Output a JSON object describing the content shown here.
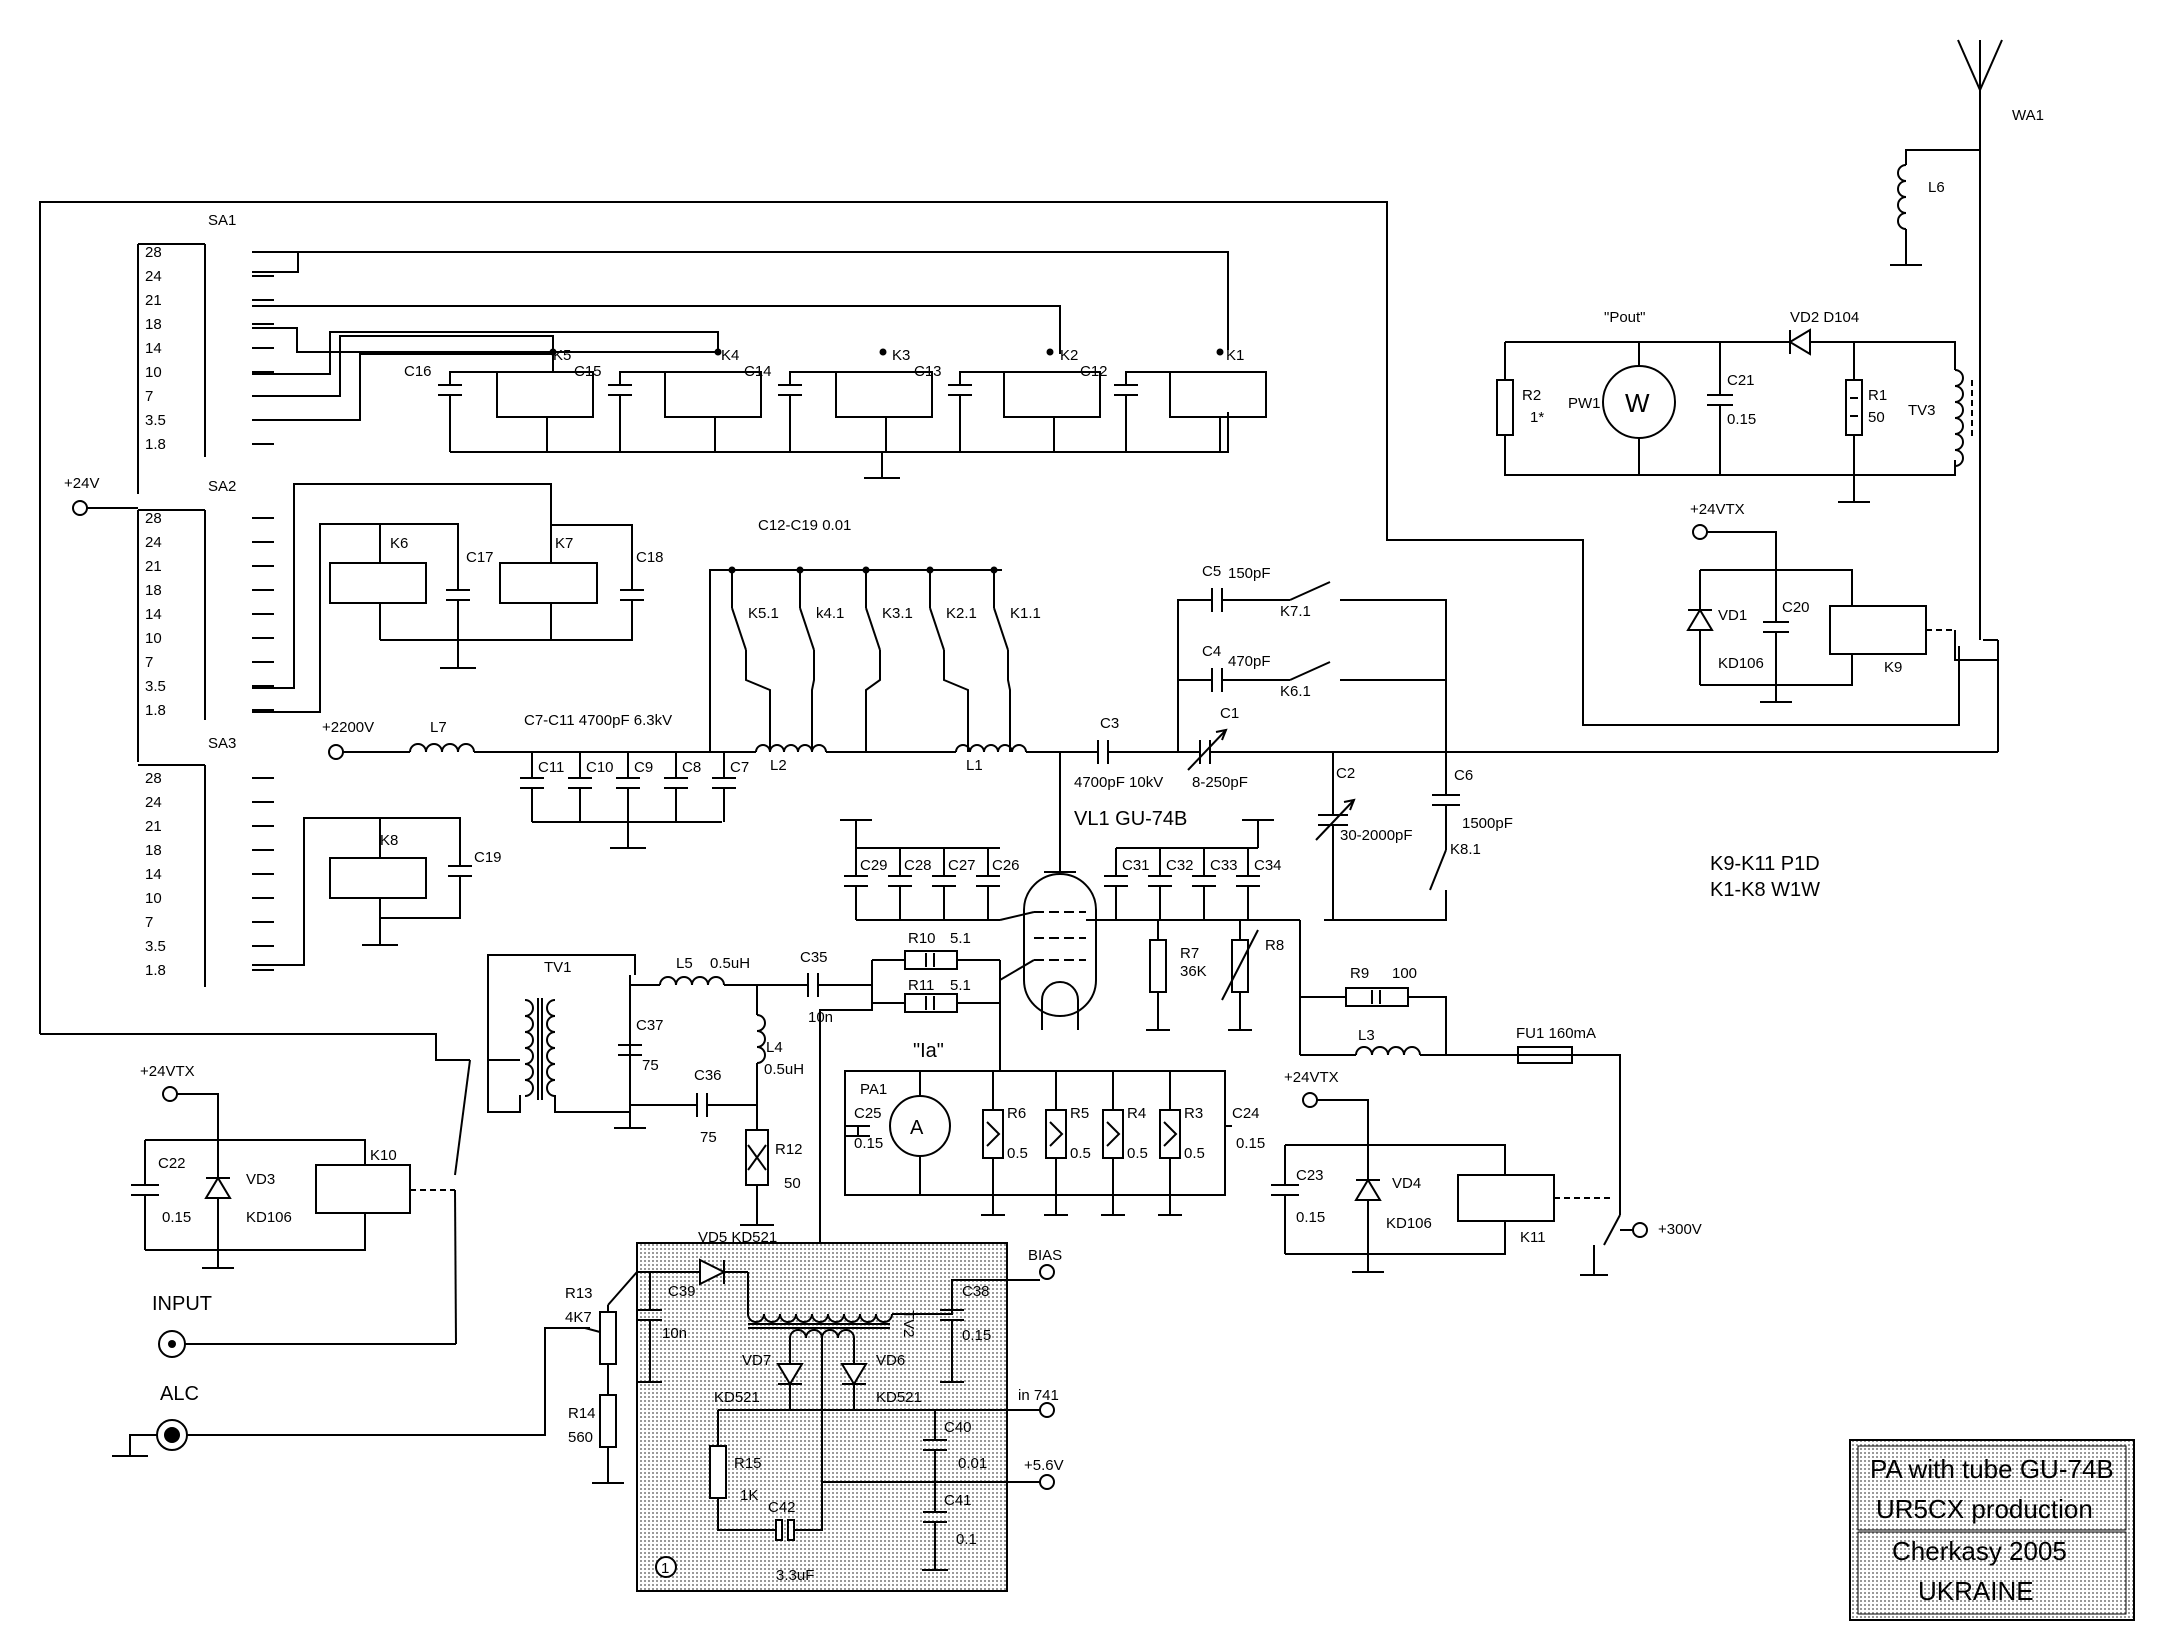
{
  "bands": [
    "28",
    "24",
    "21",
    "18",
    "14",
    "10",
    "7",
    "3.5",
    "1.8"
  ],
  "switches": {
    "sa1": "SA1",
    "sa2": "SA2",
    "sa3": "SA3"
  },
  "power": {
    "p24v": "+24V",
    "p2200": "+2200V",
    "p24vtx_a": "+24VTX",
    "p24vtx_b": "+24VTX",
    "p24vtx_c": "+24VTX",
    "p300": "+300V",
    "p56": "+5.6V"
  },
  "relays": {
    "k1": "K1",
    "k2": "K2",
    "k3": "K3",
    "k4": "K4",
    "k5": "K5",
    "k6": "K6",
    "k7": "K7",
    "k8": "K8",
    "k9": "K9",
    "k10": "K10",
    "k11": "K11"
  },
  "contacts": {
    "k51": "K5.1",
    "k41": "k4.1",
    "k31": "K3.1",
    "k21": "K2.1",
    "k11": "K1.1",
    "k71": "K7.1",
    "k61": "K6.1",
    "k81": "K8.1"
  },
  "caps": {
    "c1": "C1",
    "c1v": "8-250pF",
    "c2": "C2",
    "c2v": "30-2000pF",
    "c3": "C3",
    "c3v": "4700pF 10kV",
    "c4": "C4",
    "c4v": "470pF",
    "c5": "C5",
    "c5v": "150pF",
    "c6": "C6",
    "c6v": "1500pF",
    "c7": "C7",
    "c8": "C8",
    "c9": "C9",
    "c10": "C10",
    "c11": "C11",
    "c7_11": "C7-C11 4700pF 6.3kV",
    "c12": "C12",
    "c13": "C13",
    "c14": "C14",
    "c15": "C15",
    "c16": "C16",
    "c17": "C17",
    "c18": "C18",
    "c19": "C19",
    "c12_19": "C12-C19  0.01",
    "c20": "C20",
    "c21": "C21",
    "c21v": "0.15",
    "c22": "C22",
    "c22v": "0.15",
    "c23": "C23",
    "c23v": "0.15",
    "c24": "C24",
    "c24v": "0.15",
    "c25": "C25",
    "c25v": "0.15",
    "c26": "C26",
    "c27": "C27",
    "c28": "C28",
    "c29": "C29",
    "c31": "C31",
    "c32": "C32",
    "c33": "C33",
    "c34": "C34",
    "c35": "C35",
    "c35v": "10n",
    "c36": "C36",
    "c36v": "75",
    "c37": "C37",
    "c37v": "75",
    "c38": "C38",
    "c38v": "0.15",
    "c39": "C39",
    "c39v": "10n",
    "c40": "C40",
    "c40v": "0.01",
    "c41": "C41",
    "c41v": "0.1",
    "c42": "C42",
    "c42v": "3.3uF"
  },
  "resistors": {
    "r1": "R1",
    "r1v": "50",
    "r2": "R2",
    "r2v": "1*",
    "r3": "R3",
    "r3v": "0.5",
    "r4": "R4",
    "r4v": "0.5",
    "r5": "R5",
    "r5v": "0.5",
    "r6": "R6",
    "r6v": "0.5",
    "r7": "R7",
    "r7v": "36K",
    "r8": "R8",
    "r9": "R9",
    "r9v": "100",
    "r10": "R10",
    "r10v": "5.1",
    "r11": "R11",
    "r11v": "5.1",
    "r12": "R12",
    "r12v": "50",
    "r13": "R13",
    "r13v": "4K7",
    "r14": "R14",
    "r14v": "560",
    "r15": "R15",
    "r15v": "1K"
  },
  "inductors": {
    "l1": "L1",
    "l2": "L2",
    "l3": "L3",
    "l4": "L4",
    "l4v": "0.5uH",
    "l5": "L5",
    "l5v": "0.5uH",
    "l6": "L6",
    "l7": "L7"
  },
  "diodes": {
    "vd1": "VD1",
    "vd1t": "KD106",
    "vd2": "VD2  D104",
    "vd3": "VD3",
    "vd3t": "KD106",
    "vd4": "VD4",
    "vd4t": "KD106",
    "vd5": "VD5  KD521",
    "vd6": "VD6",
    "vd6t": "KD521",
    "vd7": "VD7",
    "vd7t": "KD521"
  },
  "transformers": {
    "tv1": "TV1",
    "tv2": "TV2",
    "tv3": "TV3"
  },
  "meters": {
    "pw1": "PW1",
    "pw1sym": "W",
    "pout": "\"Pout\"",
    "pa1": "PA1",
    "pa1sym": "A",
    "ia": "\"Ia\""
  },
  "tube": "VL1 GU-74B",
  "fuse": "FU1  160mA",
  "antenna": "WA1",
  "notes": {
    "n1": "K9-K11  P1D",
    "n2": "K1-K8  W1W"
  },
  "ports": {
    "input": "INPUT",
    "alc": "ALC",
    "bias": "BIAS",
    "in741": "in 741",
    "pcb": "1"
  },
  "title_block": {
    "line1": "PA with tube GU-74B",
    "line2": "UR5CX production",
    "line3": "Cherkasy 2005",
    "line4": "UKRAINE"
  }
}
